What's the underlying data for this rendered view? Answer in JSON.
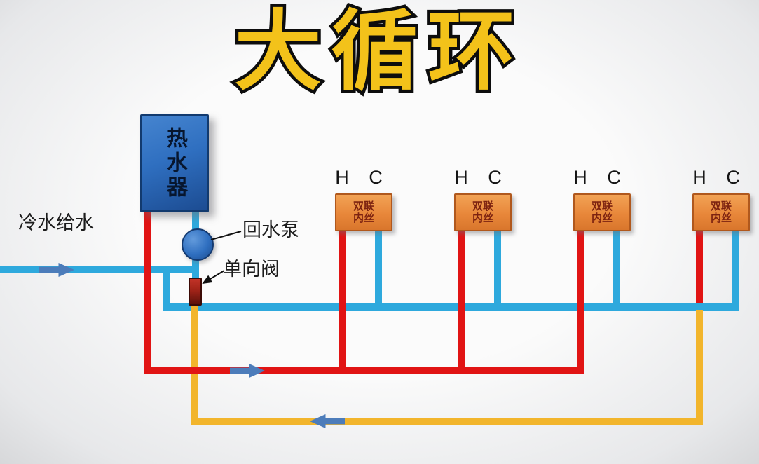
{
  "title": "大循环",
  "heater": {
    "label": "热水器"
  },
  "pump": {
    "label": "回水泵"
  },
  "check_valve": {
    "label": "单向阀"
  },
  "cold_supply": {
    "label": "冷水给水"
  },
  "fixtures": [
    {
      "hot_port": "H",
      "cold_port": "C",
      "label_line1": "双联",
      "label_line2": "内丝"
    },
    {
      "hot_port": "H",
      "cold_port": "C",
      "label_line1": "双联",
      "label_line2": "内丝"
    },
    {
      "hot_port": "H",
      "cold_port": "C",
      "label_line1": "双联",
      "label_line2": "内丝"
    },
    {
      "hot_port": "H",
      "cold_port": "C",
      "label_line1": "双联",
      "label_line2": "内丝"
    }
  ],
  "colors": {
    "hot": "#e11414",
    "cold": "#2ea9dd",
    "ret": "#f2b52c",
    "arrow": "#4c7cba",
    "title": "#f3c21a",
    "heater_body": "#2f6fc0",
    "fixture_body": "#e8873a"
  }
}
